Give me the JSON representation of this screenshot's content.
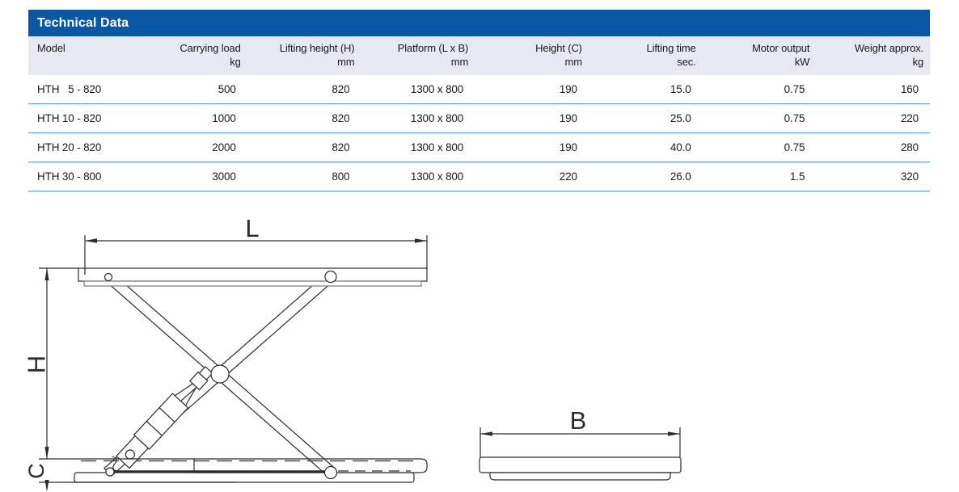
{
  "table": {
    "title": "Technical Data",
    "columns": [
      {
        "label": "Model",
        "unit": ""
      },
      {
        "label": "Carrying load",
        "unit": "kg"
      },
      {
        "label": "Lifting height (H)",
        "unit": "mm"
      },
      {
        "label": "Platform (L x B)",
        "unit": "mm"
      },
      {
        "label": "Height (C)",
        "unit": "mm"
      },
      {
        "label": "Lifting time",
        "unit": "sec."
      },
      {
        "label": "Motor output",
        "unit": "kW"
      },
      {
        "label": "Weight approx.",
        "unit": "kg"
      }
    ],
    "rows": [
      [
        "HTH   5 - 820",
        "500",
        "820",
        "1300 x 800",
        "190",
        "15.0",
        "0.75",
        "160"
      ],
      [
        "HTH 10 - 820",
        "1000",
        "820",
        "1300 x 800",
        "190",
        "25.0",
        "0.75",
        "220"
      ],
      [
        "HTH 20 - 820",
        "2000",
        "820",
        "1300 x 800",
        "190",
        "40.0",
        "0.75",
        "280"
      ],
      [
        "HTH 30 - 800",
        "3000",
        "800",
        "1300 x 800",
        "220",
        "26.0",
        "1.5",
        "320"
      ]
    ]
  },
  "diagram": {
    "labels": {
      "length": "L",
      "height": "H",
      "base_height": "C",
      "width": "B"
    }
  },
  "colors": {
    "header_blue": "#0a57a3",
    "row_separator_blue": "#4d8fc4",
    "subheader_bg": "#e7e8f1",
    "line_color": "#2b2b2b"
  }
}
